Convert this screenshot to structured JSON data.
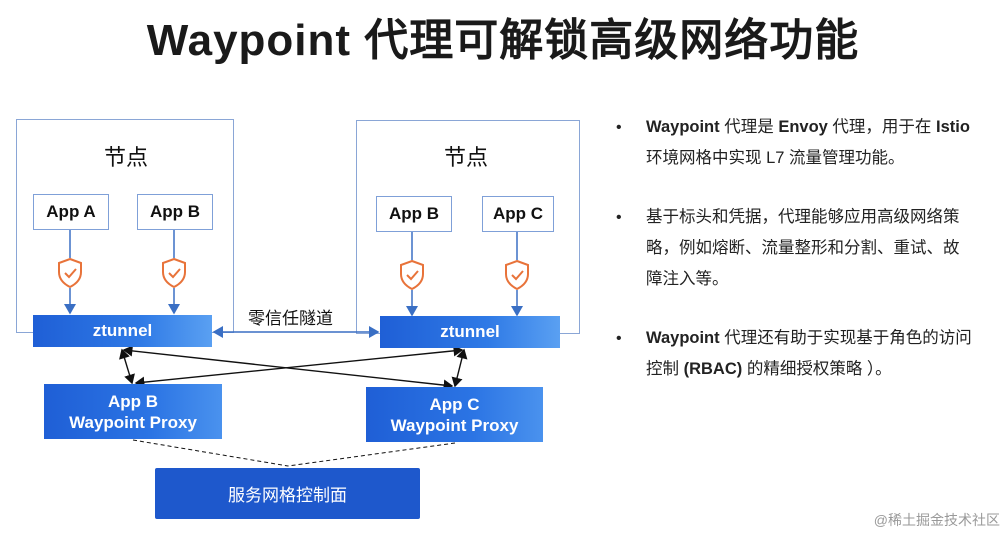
{
  "title": "Waypoint 代理可解锁高级网络功能",
  "left_node": {
    "label": "节点",
    "apps": [
      "App A",
      "App B"
    ],
    "ztunnel": "ztunnel"
  },
  "right_node": {
    "label": "节点",
    "apps": [
      "App B",
      "App C"
    ],
    "ztunnel": "ztunnel"
  },
  "tunnel_label": "零信任隧道",
  "proxies": [
    {
      "line1": "App B",
      "line2": "Waypoint Proxy"
    },
    {
      "line1": "App C",
      "line2": "Waypoint Proxy"
    }
  ],
  "control_plane": "服务网格控制面",
  "bullets": [
    {
      "parts": [
        [
          "b",
          "Waypoint"
        ],
        [
          "t",
          " 代理是 "
        ],
        [
          "b",
          "Envoy"
        ],
        [
          "t",
          " 代理，用于在 "
        ],
        [
          "b",
          "Istio"
        ],
        [
          "t",
          " 环境网格中实现 L7 流量管理功能。"
        ]
      ]
    },
    {
      "parts": [
        [
          "t",
          "基于标头和凭据，代理能够应用高级网络策略，例如熔断、流量整形和分割、重试、故障注入等。"
        ]
      ]
    },
    {
      "parts": [
        [
          "b",
          "Waypoint"
        ],
        [
          "t",
          " 代理还有助于实现基于角色的访问控制 "
        ],
        [
          "b",
          "(RBAC)"
        ],
        [
          "t",
          " 的精细授权策略 ）。"
        ]
      ]
    }
  ],
  "watermark": "@稀土掘金技术社区",
  "colors": {
    "accent": "#1e58cc",
    "shield": "#e8733a",
    "arrow": "#3a6fc4"
  }
}
